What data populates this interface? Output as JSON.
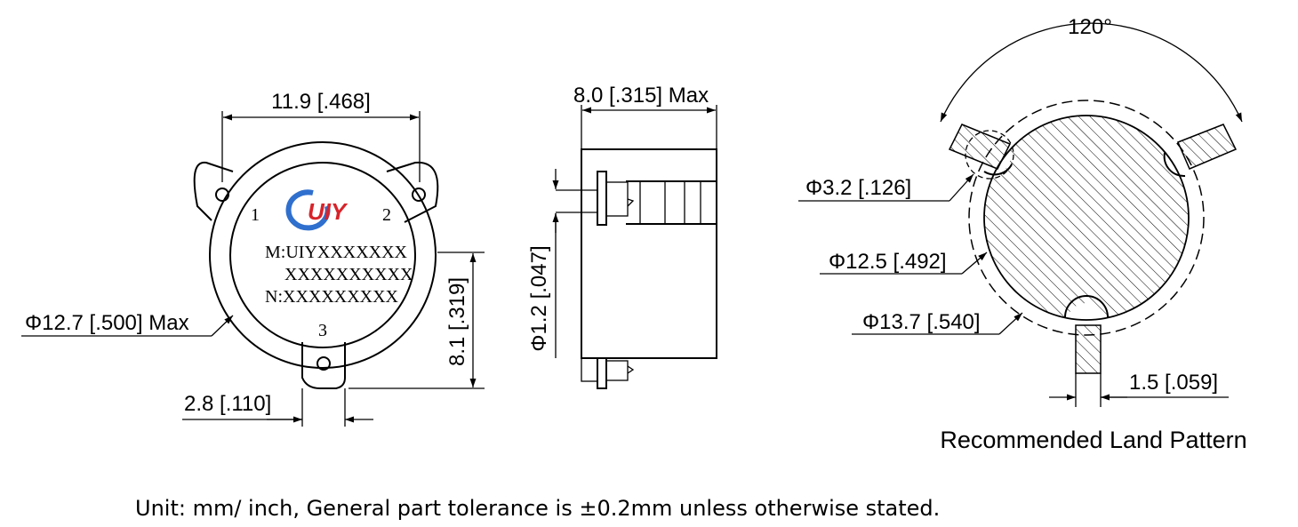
{
  "front_view": {
    "width_dim": "11.9 [.468]",
    "diameter_dim": "Φ12.7 [.500] Max",
    "height_dim": "8.1 [.319]",
    "tab_dim": "2.8 [.110]",
    "pin_labels": [
      "1",
      "2",
      "3"
    ],
    "marking_lines": [
      "M:UIYXXXXXXX",
      "XXXXXXXXXX",
      "N:XXXXXXXXX"
    ],
    "logo_text": "UIY",
    "logo_colors": {
      "ring": "#2f6fce",
      "text": "#d8232a"
    }
  },
  "side_view": {
    "thickness_dim": "8.0 [.315] Max",
    "pin_dim": "Φ1.2 [.047]"
  },
  "land_pattern": {
    "angle_dim": "120°",
    "hole_dim": "Φ3.2 [.126]",
    "pad_dim": "Φ12.5 [.492]",
    "outline_dim": "Φ13.7 [.540]",
    "trace_dim": "1.5 [.059]",
    "title": "Recommended Land Pattern"
  },
  "footer_note": "Unit: mm/ inch, General part tolerance is ±0.2mm unless otherwise stated."
}
